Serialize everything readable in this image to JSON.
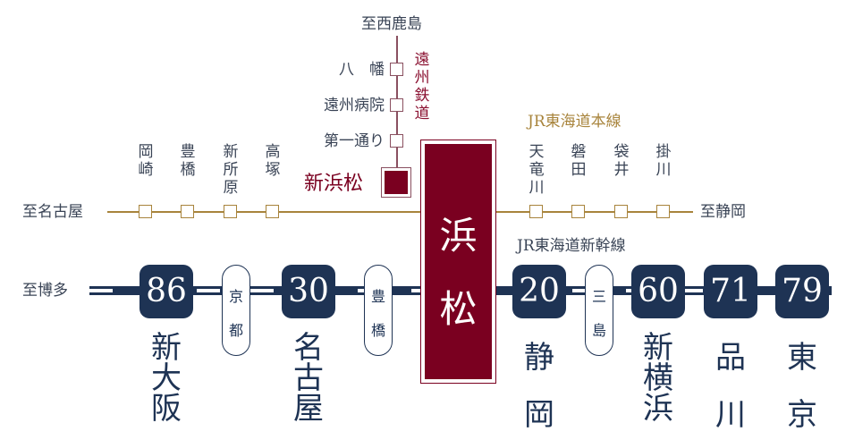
{
  "colors": {
    "navy": "#1e3354",
    "maroon": "#7a0020",
    "gold": "#a8843c",
    "enshu": "#8a5060"
  },
  "enshu_line": {
    "name": "遠州鉄道",
    "direction": "至西鹿島",
    "stations": [
      "八　幡",
      "遠州病院",
      "第一通り"
    ],
    "terminal": "新浜松"
  },
  "jr_line": {
    "name": "JR東海道本線",
    "west_direction": "至名古屋",
    "east_direction": "至静岡",
    "west_stations": [
      "岡崎",
      "豊橋",
      "新所原",
      "高塚"
    ],
    "east_stations": [
      "天竜川",
      "磐田",
      "袋井",
      "掛川"
    ]
  },
  "main_station": "浜松",
  "shinkansen": {
    "name": "JR東海道新幹線",
    "west_direction": "至博多",
    "stops": [
      {
        "name": "新大阪",
        "minutes": "86"
      },
      {
        "name": "京都"
      },
      {
        "name": "名古屋",
        "minutes": "30"
      },
      {
        "name": "豊橋"
      },
      {
        "name": "静岡",
        "minutes": "20"
      },
      {
        "name": "三島"
      },
      {
        "name": "新横浜",
        "minutes": "60"
      },
      {
        "name": "品川",
        "minutes": "71"
      },
      {
        "name": "東京",
        "minutes": "79"
      }
    ]
  }
}
